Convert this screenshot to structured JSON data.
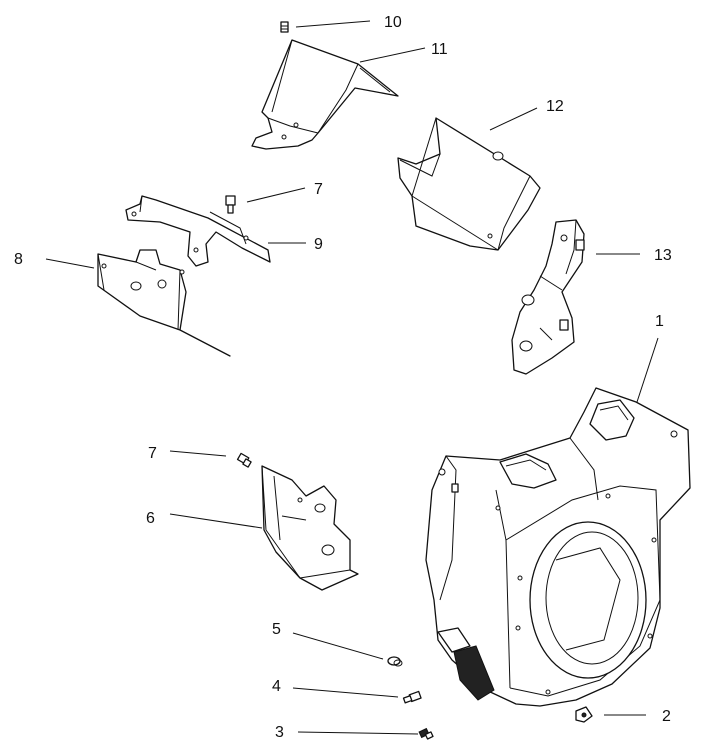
{
  "callouts": {
    "c1": "1",
    "c2": "2",
    "c3": "3",
    "c4": "4",
    "c5": "5",
    "c6": "6",
    "c7a": "7",
    "c7b": "7",
    "c8": "8",
    "c9": "9",
    "c10": "10",
    "c11": "11",
    "c12": "12",
    "c13": "13"
  }
}
